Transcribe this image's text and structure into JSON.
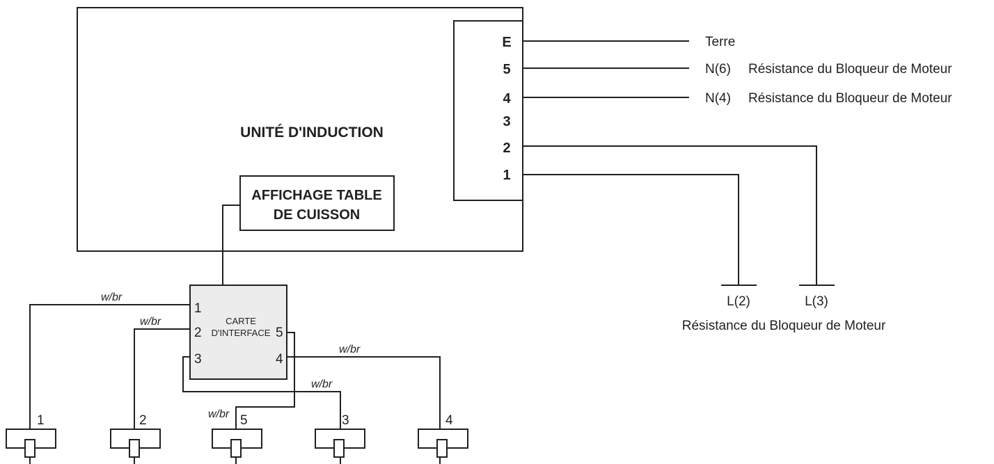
{
  "induction_unit": {
    "title": "UNITÉ D'INDUCTION"
  },
  "terminal_block": {
    "labels": [
      "E",
      "5",
      "4",
      "3",
      "2",
      "1"
    ]
  },
  "right_labels": {
    "terre": "Terre",
    "n6": "N(6)",
    "n4": "N(4)",
    "resist_1": "Résistance du Bloqueur de Moteur",
    "resist_2": "Résistance du Bloqueur de Moteur"
  },
  "ground_legs": {
    "l2": "L(2)",
    "l3": "L(3)",
    "caption": "Résistance du Bloqueur de Moteur"
  },
  "display": {
    "line1": "AFFICHAGE TABLE",
    "line2": "DE CUISSON"
  },
  "interface_card": {
    "line1": "CARTE",
    "line2": "D'INTERFACE",
    "pins": [
      "1",
      "2",
      "3",
      "4",
      "5"
    ]
  },
  "wire_label": "w/br",
  "elements": [
    "1",
    "2",
    "5",
    "3",
    "4"
  ]
}
